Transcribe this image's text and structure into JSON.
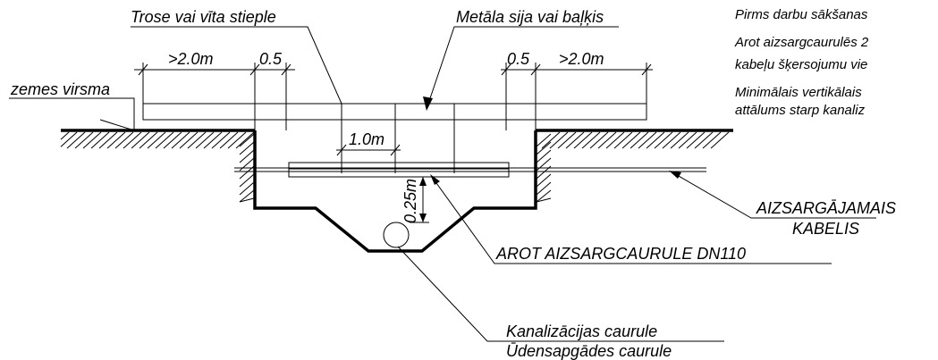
{
  "labels": {
    "rope": "Trose vai vīta stieple",
    "beam": "Metāla sija vai baļķis",
    "ground": "zemes virsma",
    "dim_left_outer": ">2.0m",
    "dim_left_inner": "0.5",
    "dim_right_inner": "0.5",
    "dim_right_outer": ">2.0m",
    "dim_spacing": "1.0m",
    "dim_vertical": "0.25m",
    "protected_cable_line1": "AIZSARGĀJAMAIS",
    "protected_cable_line2": "KABELIS",
    "conduit": "AROT AIZSARGCAURULE DN110",
    "pipe_line1": "Kanalizācijas caurule",
    "pipe_line2": "Ūdensapgādes caurule"
  },
  "notes": [
    "Pirms darbu sākšanas",
    "Arot aizsargcaurulēs 2",
    "kabeļu šķersojumu vie",
    "Minimālais vertikālais",
    "attālums starp kanaliz"
  ]
}
